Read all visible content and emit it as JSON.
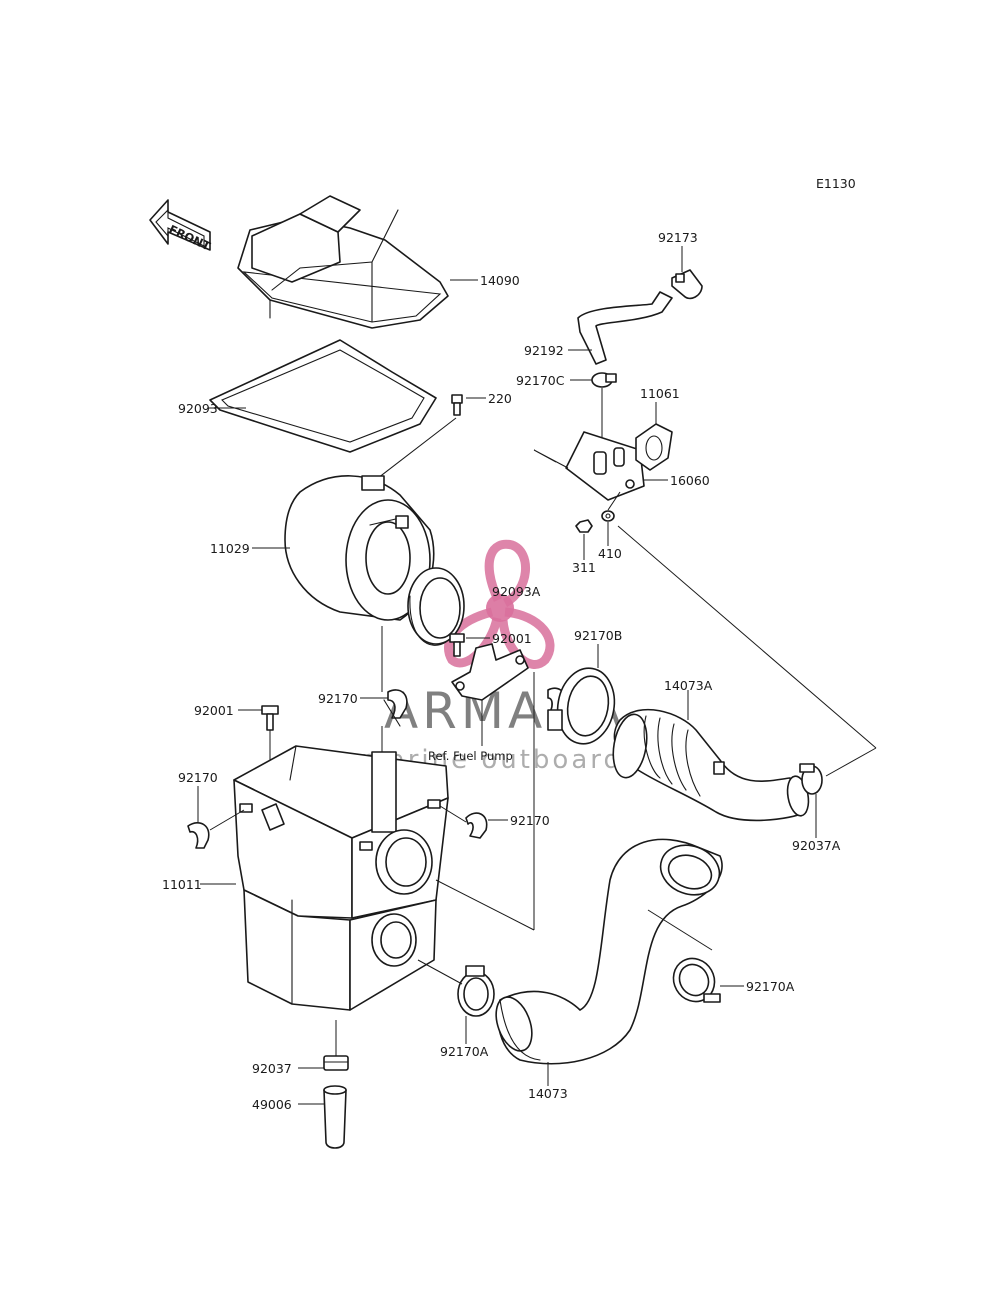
{
  "diagram_code": "E1130",
  "front_arrow_label": "FRONT",
  "watermark": {
    "brand": "ARMADA",
    "tagline": "marine outboards",
    "logo": "propeller-logo-icon",
    "color": "#d9709c"
  },
  "ref_note": "Ref. Fuel Pump",
  "parts": {
    "p14090": "14090",
    "p92093": "92093",
    "p220": "220",
    "p11029": "11029",
    "p92093A": "92093A",
    "p92001a": "92001",
    "p92170a": "92170",
    "p92001b": "92001",
    "p92170b": "92170",
    "p92170c": "92170",
    "p92170d": "92170",
    "p11011": "11011",
    "p92037": "92037",
    "p49006": "49006",
    "p92170A1": "92170A",
    "p14073": "14073",
    "p92170A2": "92170A",
    "p92170B": "92170B",
    "p14073A": "14073A",
    "p92037A": "92037A",
    "p92173": "92173",
    "p92192": "92192",
    "p92170C": "92170C",
    "p11061": "11061",
    "p16060": "16060",
    "p311": "311",
    "p410": "410"
  }
}
